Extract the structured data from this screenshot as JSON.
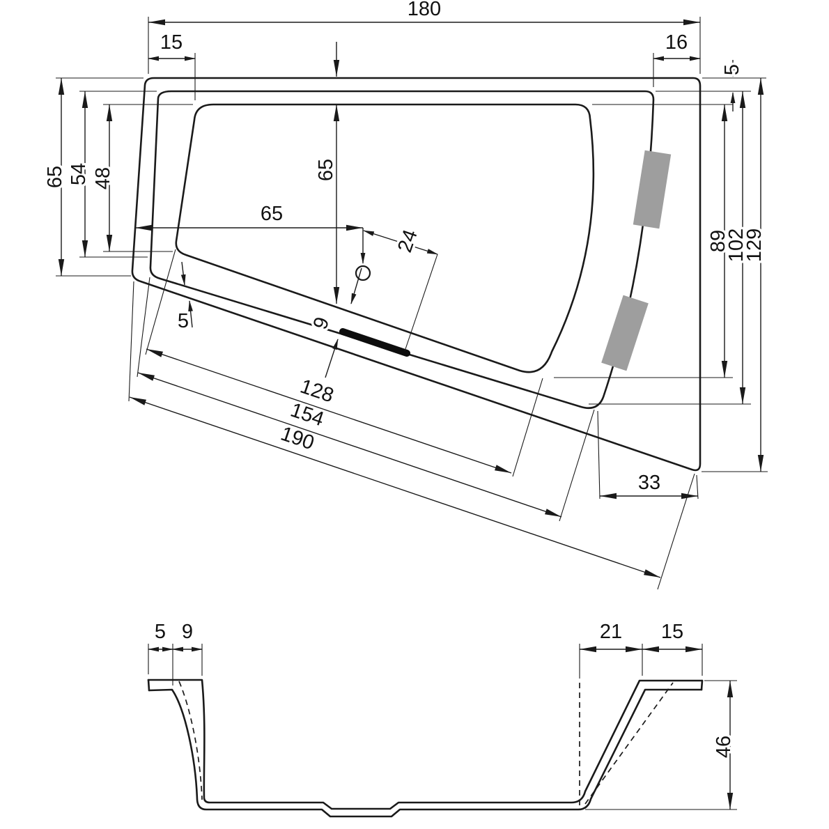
{
  "meta": {
    "drawing_type": "bathtub-dimensional-drawing",
    "line_color": "#1a1a1a",
    "headrest_color": "#9e9e9e",
    "background": "#ffffff"
  },
  "top_view": {
    "dims": {
      "overall_width": "180",
      "rim_left_top": "15",
      "rim_right_top": "16",
      "rim_right_side": "5",
      "left_height_outer": "65",
      "left_height_mid": "54",
      "left_height_inner": "48",
      "center_height": "65",
      "drain_from_left": "65",
      "drain_diagonal": "24",
      "outlet_gap": "9",
      "rim_gap_bottom_left": "5",
      "diagonal_inner": "128",
      "diagonal_mid": "154",
      "diagonal_outer": "190",
      "right_height_inner": "89",
      "right_height_mid": "102",
      "right_height_outer": "129",
      "rim_bottom_right": "33"
    }
  },
  "section_view": {
    "dims": {
      "rim_left_outer": "5",
      "rim_left_inner": "9",
      "rim_right_inner": "21",
      "rim_right_outer": "15",
      "depth": "46"
    }
  }
}
